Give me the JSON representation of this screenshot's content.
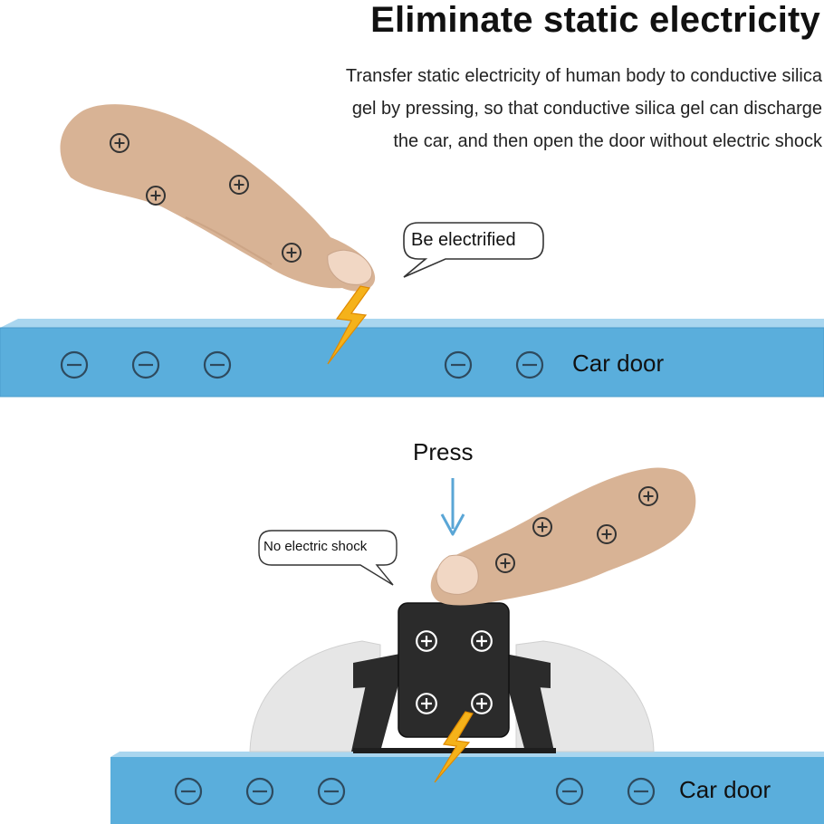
{
  "title": "Eliminate static electricity",
  "description": [
    "Transfer static electricity of human body to conductive silica",
    "gel by pressing, so that conductive silica gel can discharge",
    "the car, and then open the door without electric shock"
  ],
  "top_scene": {
    "bubble_text": "Be electrified",
    "door_label": "Car door"
  },
  "bottom_scene": {
    "press_label": "Press",
    "bubble_text": "No electric shock",
    "door_label": "Car door"
  },
  "colors": {
    "door_blue": "#5aaedc",
    "door_light": "#a9d6ef",
    "finger": "#d8b395",
    "nail": "#f1d7c4",
    "device": "#2b2b2b",
    "bolt": "#f5b21a",
    "arrow": "#5aa6d6"
  }
}
